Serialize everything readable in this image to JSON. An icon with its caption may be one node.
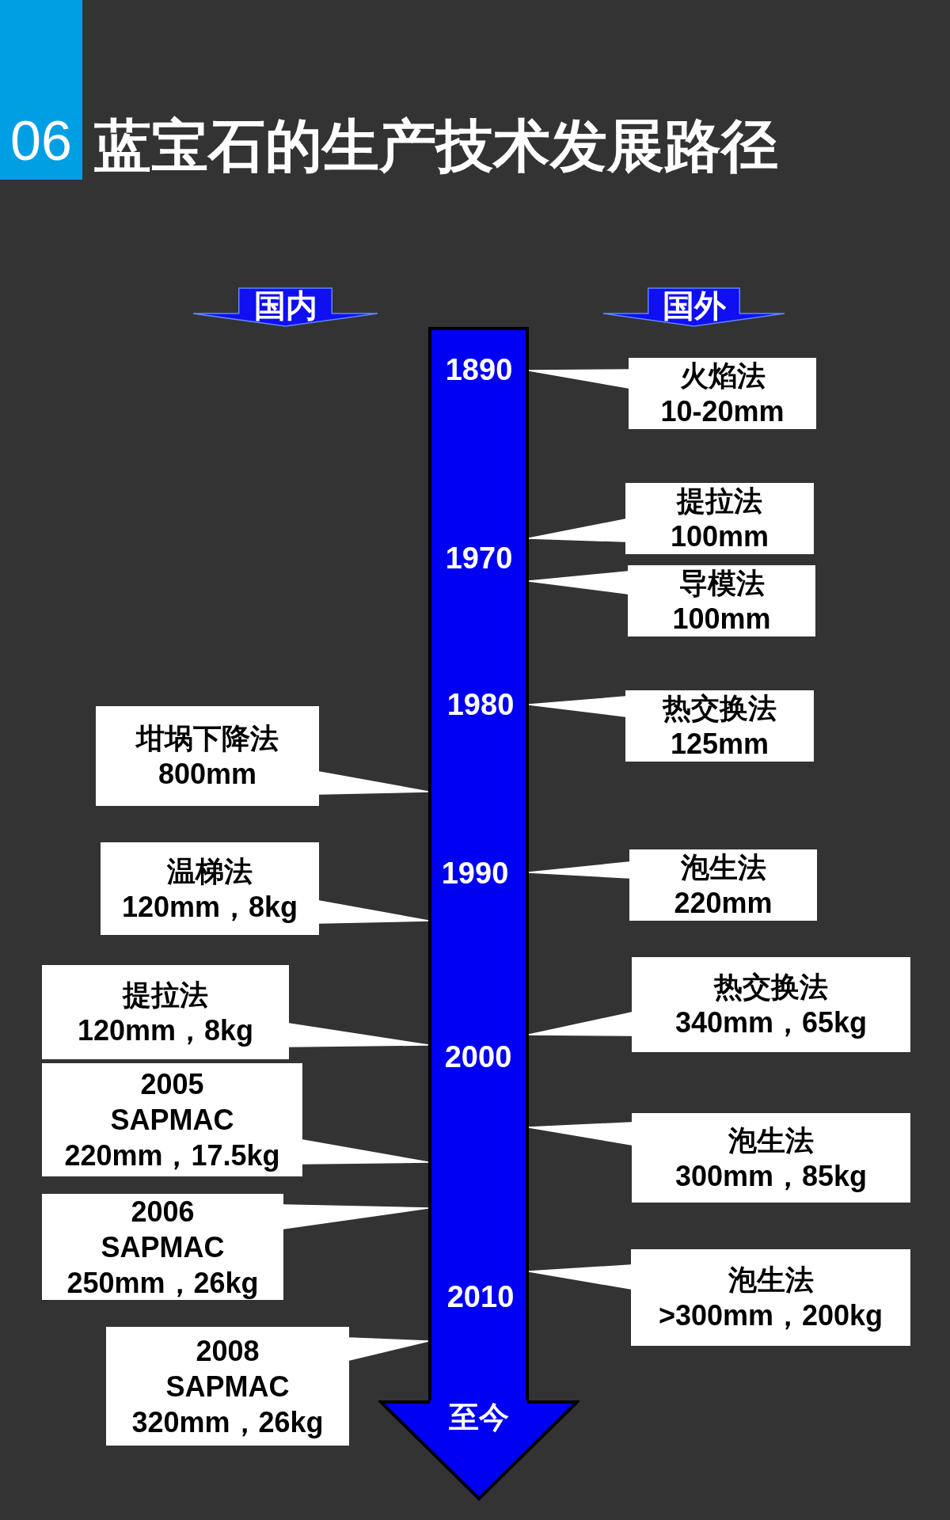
{
  "diagram": {
    "title": "蓝宝石的生产技术发展路径",
    "nodes": [
      {
        "text": [
          "06"
        ]
      },
      {
        "text": [
          "国内"
        ]
      },
      {
        "text": [
          "国外"
        ]
      },
      {
        "text": [
          "1890",
          "1970",
          "1980",
          "1990",
          "2000",
          "2010"
        ]
      },
      {
        "text": [
          "火焰法",
          "10-20mm"
        ]
      },
      {
        "text": [
          "提拉法",
          "100mm"
        ]
      },
      {
        "text": [
          "导模法",
          "100mm"
        ]
      },
      {
        "text": [
          "热交换法",
          "125mm"
        ]
      },
      {
        "text": [
          "坩埚下降法",
          "800mm"
        ]
      },
      {
        "text": [
          "温梯法",
          "120mm，8kg"
        ]
      },
      {
        "text": [
          "泡生法",
          "220mm"
        ]
      },
      {
        "text": [
          "热交换法",
          "340mm，65kg"
        ]
      },
      {
        "text": [
          "提拉法",
          "120mm，8kg"
        ]
      },
      {
        "text": [
          "2005",
          "SAPMAC",
          "220mm，17.5kg"
        ]
      },
      {
        "text": [
          "泡生法",
          "300mm，85kg"
        ]
      },
      {
        "text": [
          "2006",
          "SAPMAC",
          "250mm，26kg"
        ]
      },
      {
        "text": [
          "泡生法",
          ">300mm，200kg"
        ]
      },
      {
        "text": [
          "2008",
          "SAPMAC",
          "320mm，26kg"
        ]
      },
      {
        "text": [
          "至今"
        ]
      }
    ],
    "edges": [
      {
        "from": 4,
        "to": 3,
        "arrow": "none"
      },
      {
        "from": 5,
        "to": 3,
        "arrow": "none"
      },
      {
        "from": 6,
        "to": 3,
        "arrow": "none"
      },
      {
        "from": 7,
        "to": 3,
        "arrow": "none"
      },
      {
        "from": 8,
        "to": 3,
        "arrow": "none"
      },
      {
        "from": 9,
        "to": 3,
        "arrow": "none"
      },
      {
        "from": 10,
        "to": 3,
        "arrow": "none"
      },
      {
        "from": 11,
        "to": 3,
        "arrow": "none"
      },
      {
        "from": 12,
        "to": 3,
        "arrow": "none"
      },
      {
        "from": 13,
        "to": 3,
        "arrow": "none"
      },
      {
        "from": 14,
        "to": 3,
        "arrow": "none"
      },
      {
        "from": 15,
        "to": 3,
        "arrow": "none"
      },
      {
        "from": 16,
        "to": 3,
        "arrow": "none"
      },
      {
        "from": 17,
        "to": 3,
        "arrow": "none"
      }
    ]
  }
}
